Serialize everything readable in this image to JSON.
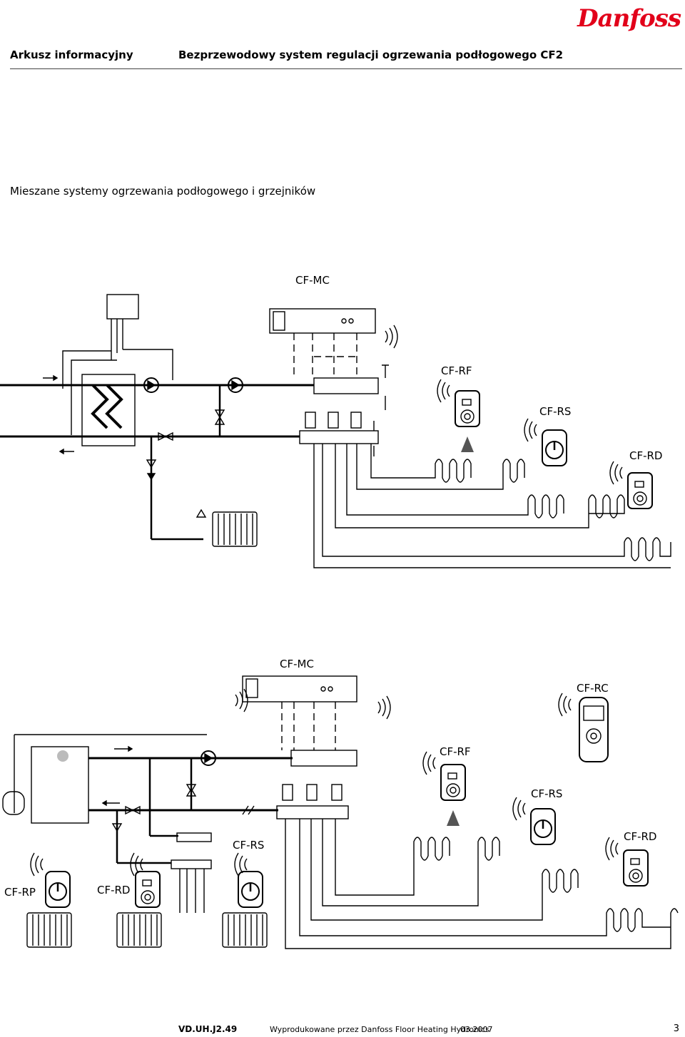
{
  "header": {
    "doc_type": "Arkusz informacyjny",
    "title": "Bezprzewodowy system regulacji ogrzewania podłogowego CF2",
    "logo": "Danfoss"
  },
  "section": {
    "title": "Mieszane systemy ogrzewania podłogowego i grzejników"
  },
  "diagram1": {
    "master_controller": "CF-MC",
    "floor_sensor": "CF-RF",
    "room_sensor": "CF-RS",
    "room_display": "CF-RD"
  },
  "diagram2": {
    "master_controller": "CF-MC",
    "remote_control": "CF-RC",
    "floor_sensor": "CF-RF",
    "room_sensor": "CF-RS",
    "room_display": "CF-RD",
    "radiator_room_sensor": "CF-RS",
    "radiator_display": "CF-RD",
    "radiator_actuator": "CF-RP"
  },
  "footer": {
    "code": "VD.UH.J2.49",
    "produced_by": "Wyprodukowane przez Danfoss Floor Heating Hydronics",
    "date": "03.2007",
    "page": "3"
  },
  "colors": {
    "logo_red": "#e2001a",
    "line": "#000000"
  }
}
